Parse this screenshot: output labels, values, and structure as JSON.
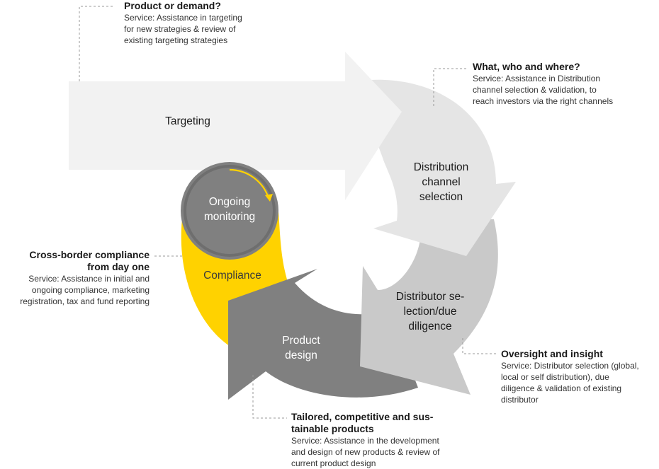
{
  "colors": {
    "targeting": "#f2f2f2",
    "distribution": "#e5e5e5",
    "diligence": "#c9c9c9",
    "product": "#808080",
    "compliance": "#ffd200",
    "monitoring_fill": "#808080",
    "monitoring_ring": "#6e6e6e",
    "monitoring_arrow": "#ffd200",
    "leader_line": "#999999"
  },
  "segments": {
    "targeting": "Targeting",
    "distribution": [
      "Distribution",
      "channel",
      "selection"
    ],
    "diligence": [
      "Distributor se-",
      "lection/due",
      "diligence"
    ],
    "product": [
      "Product",
      "design"
    ],
    "compliance": "Compliance",
    "monitoring": [
      "Ongoing",
      "monitoring"
    ]
  },
  "annotations": {
    "product_demand": {
      "title": "Product or demand?",
      "lines": [
        "Service: Assistance in targeting",
        "for new strategies & review of",
        "existing targeting strategies"
      ]
    },
    "what_who_where": {
      "title": "What, who and where?",
      "lines": [
        "Service: Assistance in Distribution",
        "channel selection & validation, to",
        "reach investors via the right channels"
      ]
    },
    "cross_border": {
      "title_lines": [
        "Cross-border compliance",
        "from day one"
      ],
      "lines": [
        "Service: Assistance in initial and",
        "ongoing compliance, marketing",
        "registration, tax and fund reporting"
      ]
    },
    "oversight": {
      "title": "Oversight and insight",
      "lines": [
        "Service: Distributor selection (global,",
        "local or self distribution), due",
        "diligence & validation of existing",
        "distributor"
      ]
    },
    "tailored": {
      "title_lines": [
        "Tailored, competitive and sus-",
        "tainable products"
      ],
      "lines": [
        "Service: Assistance in the development",
        "and design of new products & review of",
        "current product design"
      ]
    }
  }
}
